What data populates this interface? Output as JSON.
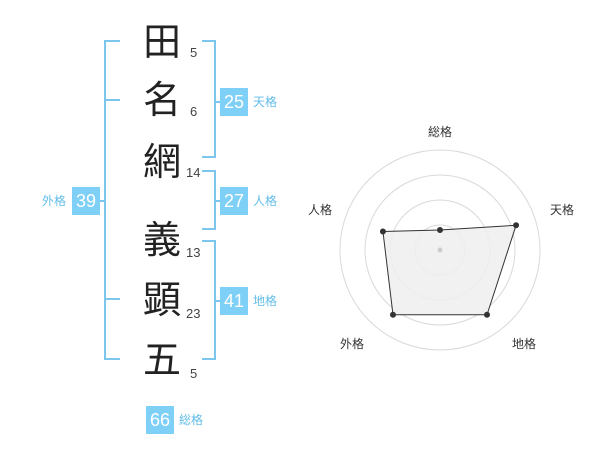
{
  "name": {
    "characters": [
      {
        "char": "田",
        "strokes": "5"
      },
      {
        "char": "名",
        "strokes": "6"
      },
      {
        "char": "網",
        "strokes": "14"
      },
      {
        "char": "義",
        "strokes": "13"
      },
      {
        "char": "顕",
        "strokes": "23"
      },
      {
        "char": "五",
        "strokes": "5"
      }
    ]
  },
  "scores": {
    "tenkaku": {
      "value": "25",
      "label": "天格"
    },
    "jinkaku": {
      "value": "27",
      "label": "人格"
    },
    "chikaku": {
      "value": "41",
      "label": "地格"
    },
    "gaikaku": {
      "value": "39",
      "label": "外格"
    },
    "soukaku": {
      "value": "66",
      "label": "総格"
    }
  },
  "chart_data": {
    "type": "radar",
    "axes": [
      "総格",
      "天格",
      "地格",
      "外格",
      "人格"
    ],
    "values": [
      0.2,
      0.8,
      0.8,
      0.8,
      0.6
    ],
    "rings": 4,
    "colors": {
      "fill": "#efefef",
      "stroke": "#333333",
      "grid": "#d9d9d9",
      "point": "#333333"
    }
  },
  "colors": {
    "accent": "#7fd0f6",
    "bracket": "#7cc6ee",
    "accent_text": "#62bde8"
  }
}
